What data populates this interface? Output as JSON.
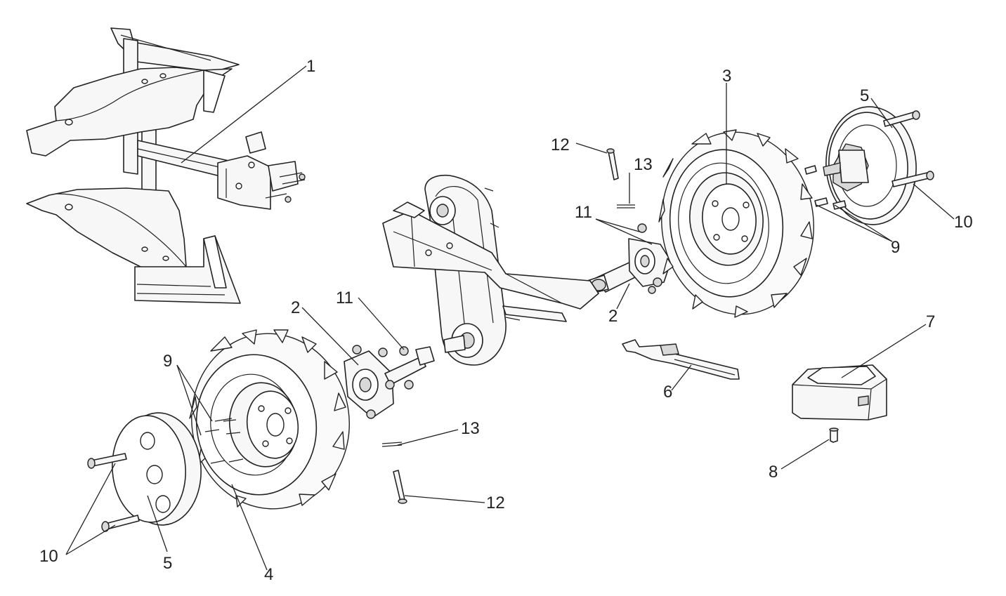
{
  "diagram": {
    "labels": {
      "l1": "1",
      "l2a": "2",
      "l2b": "2",
      "l3": "3",
      "l4": "4",
      "l5a": "5",
      "l5b": "5",
      "l6": "6",
      "l7": "7",
      "l8": "8",
      "l9a": "9",
      "l9b": "9",
      "l10a": "10",
      "l10b": "10",
      "l11a": "11",
      "l11b": "11",
      "l12a": "12",
      "l12b": "12",
      "l13a": "13",
      "l13b": "13"
    }
  }
}
